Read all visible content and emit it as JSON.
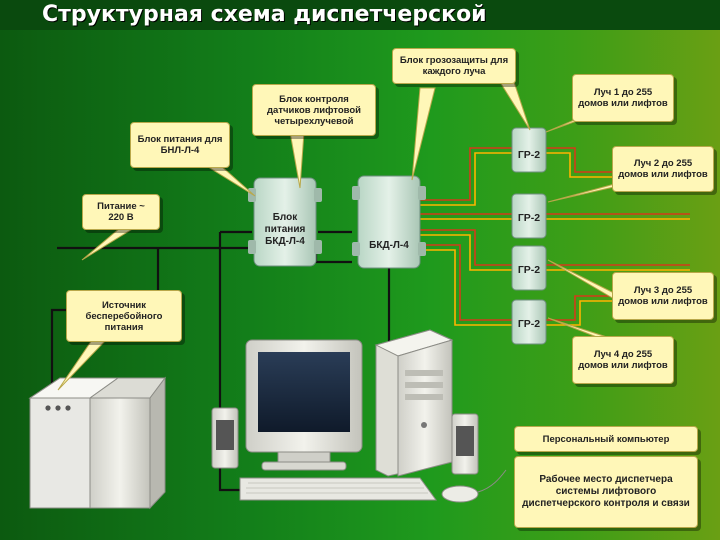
{
  "title": "Структурная схема диспетчерской",
  "callouts": {
    "overvoltage": "Блок грозозащиты для каждого луча",
    "control": "Блок контроля датчиков лифтовой четырехлучевой",
    "power_unit": "Блок питания для БНЛ-Л-4",
    "mains": "Питание ~ 220 В",
    "ups": "Источник бесперебойного питания",
    "pc": "Персональный компьютер",
    "workstation": "Рабочее место диспетчера системы лифтового диспетчерского контроля и связи"
  },
  "rays": [
    "Луч 1 до 255 домов или лифтов",
    "Луч 2 до 255 домов или лифтов",
    "Луч 3 до 255 домов или лифтов",
    "Луч 4 до 255 домов или лифтов"
  ],
  "devices": {
    "power_block": "Блок питания БКД-Л-4",
    "bkd": "БКД-Л-4",
    "gr": "ГР-2"
  },
  "colors": {
    "cable_red": "#d43a1a",
    "cable_orange": "#ffb400",
    "callout_fill": "#fff7b8",
    "title_bar": "#0a4a0e"
  }
}
